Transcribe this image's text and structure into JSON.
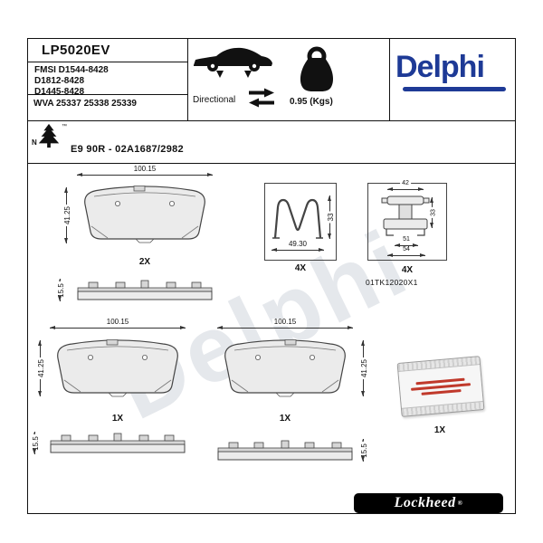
{
  "header": {
    "part_number": "LP5020EV",
    "fmsi": [
      "FMSI D1544-8428",
      "D1812-8428",
      "D1445-8428"
    ],
    "wva": "WVA 25337 25338 25339",
    "directional_label": "Directional",
    "weight": "0.95 (Kgs)",
    "brand": "Delphi",
    "brand_color": "#1e3a96",
    "eco_letter": "N",
    "eco_tm": "™",
    "approval": "E9 90R - 02A1687/2982"
  },
  "icons": {
    "car": "car-silhouette-icon",
    "directional_arrows": "opposing-arrows-icon",
    "weight": "kettlebell-weight-icon",
    "eco": "pine-tree-icon"
  },
  "drawings": {
    "pad_set": {
      "qty": "2X",
      "width": "100.15",
      "height": "41.25",
      "thickness": "15.5"
    },
    "spring_clip": {
      "qty": "4X",
      "width": "49.30",
      "height": "33"
    },
    "fitting_kit": {
      "qty": "4X",
      "width_top": "42",
      "height_side": "33",
      "width_inner": "51",
      "width_base": "54",
      "ref": "01TK12020X1"
    },
    "pad_left": {
      "qty": "1X",
      "width": "100.15",
      "height": "41.25",
      "thickness": "15.5"
    },
    "pad_right": {
      "qty": "1X",
      "width": "100.15",
      "height": "41.25",
      "thickness": "15.5"
    },
    "grease_sachet": {
      "qty": "1X"
    }
  },
  "watermark": "Delphi",
  "footer": {
    "brand": "Lockheed",
    "reg": "®"
  }
}
